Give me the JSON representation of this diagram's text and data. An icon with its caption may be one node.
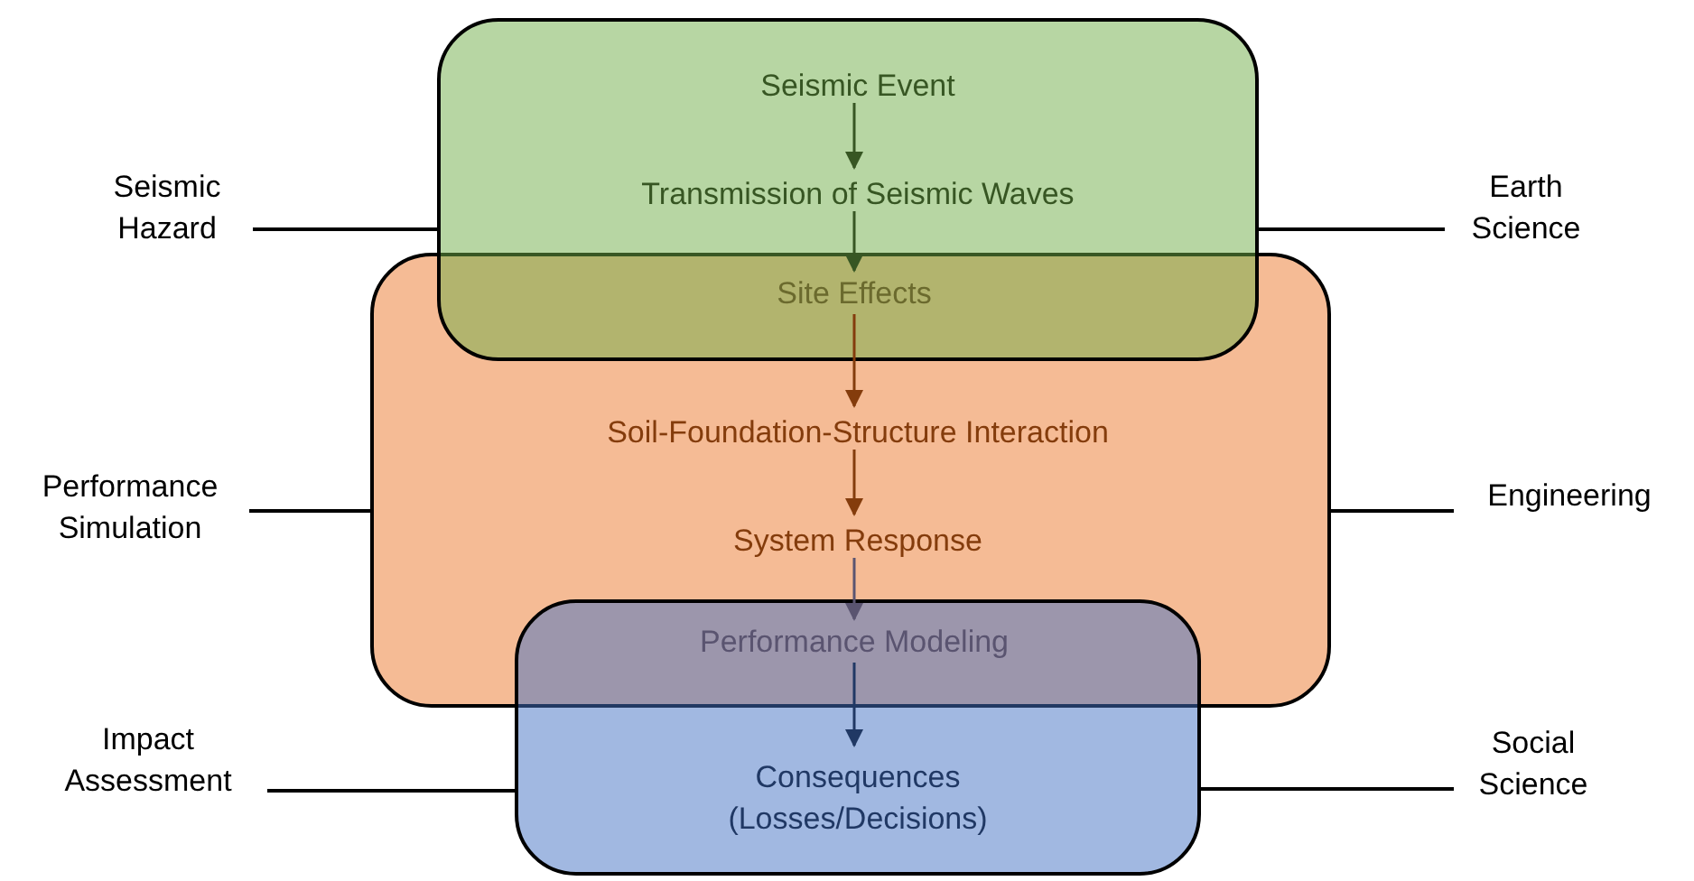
{
  "diagram": {
    "nodes": [
      {
        "text": [],
        "shape": "box"
      },
      {
        "text": [
          "Seismic Event"
        ],
        "in": 0
      },
      {
        "text": [
          "Transmission of Seismic Waves"
        ],
        "in": 0
      },
      {
        "text": [],
        "shape": "box"
      },
      {
        "text": [
          "Site Effects"
        ]
      },
      {
        "text": [
          "Soil-Foundation-Structure Interaction"
        ],
        "in": 3
      },
      {
        "text": [
          "System Response"
        ],
        "in": 3
      },
      {
        "text": [],
        "shape": "box"
      },
      {
        "text": [
          "Performance Modeling"
        ]
      },
      {
        "text": [
          "Consequences (Losses/Decisions)"
        ],
        "in": 7
      },
      {
        "text": [
          "Seismic Hazard"
        ]
      },
      {
        "text": [
          "Earth Science"
        ]
      },
      {
        "text": [
          "Performance Simulation"
        ]
      },
      {
        "text": [
          "Engineering"
        ]
      },
      {
        "text": [
          "Impact Assessment"
        ]
      },
      {
        "text": [
          "Social Science"
        ]
      }
    ],
    "edges": [
      {
        "from": 1,
        "to": 2,
        "arrow": "to",
        "color": "#375623"
      },
      {
        "from": 2,
        "to": 4,
        "arrow": "to",
        "color": "#375623"
      },
      {
        "from": 4,
        "to": 5,
        "arrow": "to",
        "color": "#843c0c"
      },
      {
        "from": 5,
        "to": 6,
        "arrow": "to",
        "color": "#843c0c"
      },
      {
        "from": 6,
        "to": 8,
        "arrow": "to",
        "color": "#5a5470"
      },
      {
        "from": 8,
        "to": 9,
        "arrow": "to",
        "color": "#203864"
      },
      {
        "from": 10,
        "to": 0,
        "arrow": "none"
      },
      {
        "from": 11,
        "to": 0,
        "arrow": "none"
      },
      {
        "from": 12,
        "to": 3,
        "arrow": "none"
      },
      {
        "from": 13,
        "to": 3,
        "arrow": "none"
      },
      {
        "from": 14,
        "to": 7,
        "arrow": "none"
      },
      {
        "from": 15,
        "to": 7,
        "arrow": "none"
      }
    ]
  }
}
